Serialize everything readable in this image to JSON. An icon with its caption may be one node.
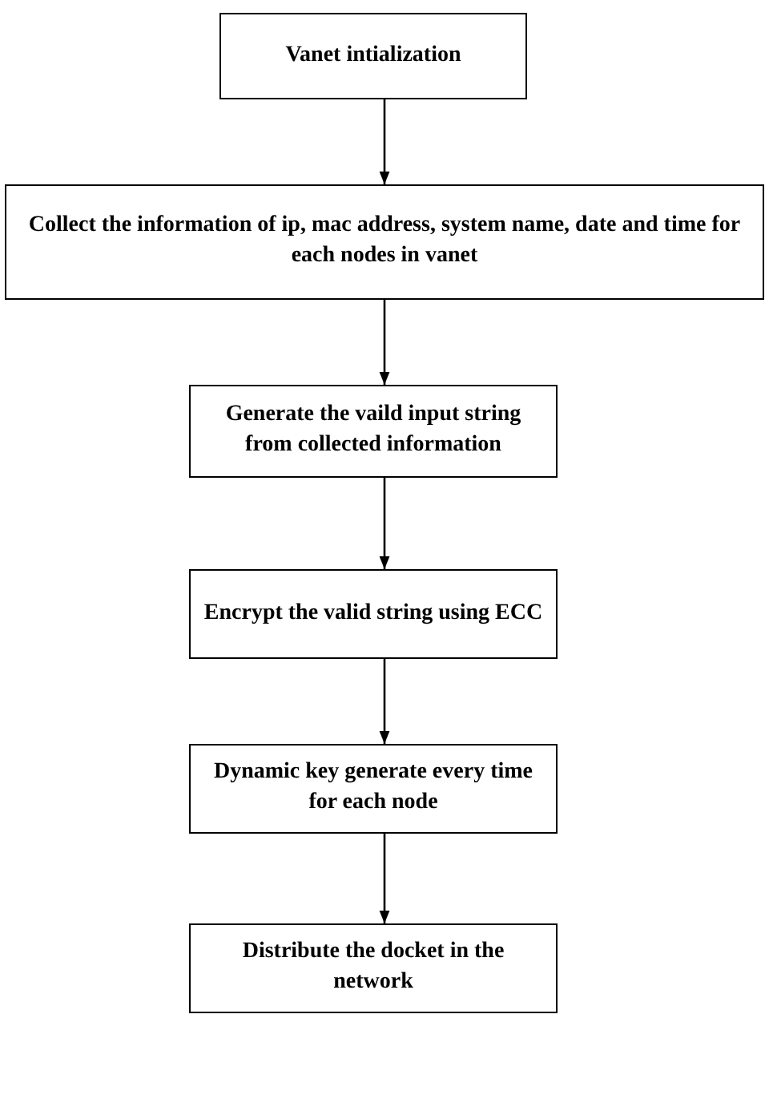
{
  "diagram": {
    "nodes": [
      {
        "text": [
          "Vanet intialization"
        ]
      },
      {
        "text": [
          "Collect the information of ip, mac address, system name, date and time for each nodes in vanet"
        ]
      },
      {
        "text": [
          "Generate the vaild input string from collected information"
        ]
      },
      {
        "text": [
          "Encrypt the valid string using ECC"
        ]
      },
      {
        "text": [
          "Dynamic key generate every time for each node"
        ]
      },
      {
        "text": [
          "Distribute the docket in the network"
        ]
      }
    ],
    "edges": [
      {
        "from": 0,
        "to": 1,
        "arrow": "to"
      },
      {
        "from": 1,
        "to": 2,
        "arrow": "to"
      },
      {
        "from": 2,
        "to": 3,
        "arrow": "to"
      },
      {
        "from": 3,
        "to": 4,
        "arrow": "to"
      },
      {
        "from": 4,
        "to": 5,
        "arrow": "to"
      }
    ]
  }
}
